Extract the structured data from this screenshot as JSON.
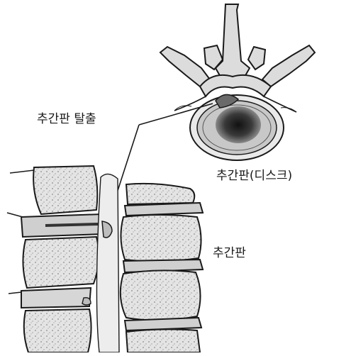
{
  "labels": {
    "herniation": "추간판  탈출",
    "disc": "추간판(디스크)",
    "intervertebral": "추간판"
  },
  "colors": {
    "ink": "#1a1a1a",
    "bone_fill": "#d9d9d9",
    "bone_shade": "#9a9a9a",
    "nucleus": "#2a2a2a",
    "disc_ring": "#bdbdbd",
    "background": "#ffffff"
  }
}
